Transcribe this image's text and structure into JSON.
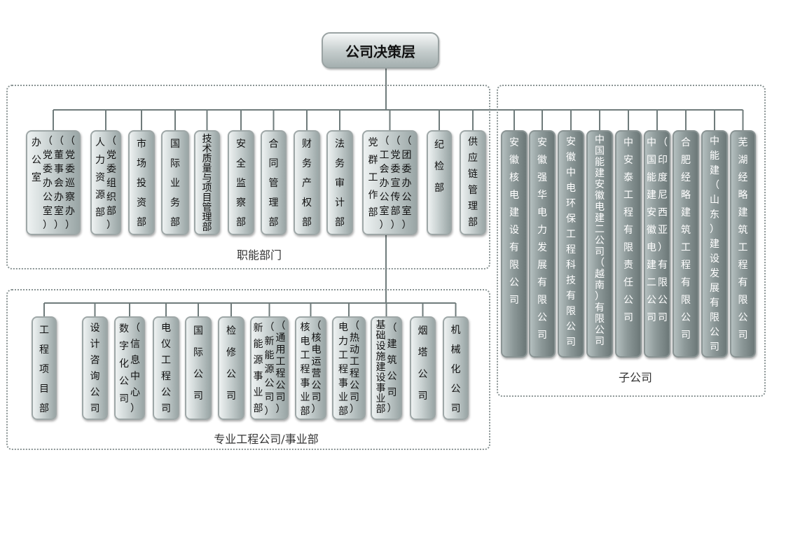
{
  "top": "公司决策层",
  "groups": {
    "functional": "职能部门",
    "subsidiaries": "子公司",
    "engineering": "专业工程公司/事业部"
  },
  "functional": [
    {
      "id": "office",
      "cols": [
        "办公室",
        "（党委办公室）",
        "（董事会办室）",
        "（党委巡察办）"
      ]
    },
    {
      "id": "hr",
      "cols": [
        "人力资源部",
        "（党委组织部）"
      ]
    },
    {
      "id": "market",
      "cols": [
        "市场投资部"
      ]
    },
    {
      "id": "intl-biz",
      "cols": [
        "国际业务部"
      ]
    },
    {
      "id": "tech-quality",
      "cols": [
        "技术质量与项目管理部"
      ]
    },
    {
      "id": "safety",
      "cols": [
        "安全监察部"
      ]
    },
    {
      "id": "contract",
      "cols": [
        "合同管理部"
      ]
    },
    {
      "id": "finance",
      "cols": [
        "财务产权部"
      ]
    },
    {
      "id": "legal",
      "cols": [
        "法务审计部"
      ]
    },
    {
      "id": "party",
      "cols": [
        "党群工作部",
        "（工会办公室）",
        "（党委宣传部）",
        "（团委办公室）"
      ]
    },
    {
      "id": "discipline",
      "cols": [
        "纪检部"
      ]
    },
    {
      "id": "supply",
      "cols": [
        "供应链管理部"
      ]
    }
  ],
  "subsidiaries": [
    {
      "id": "anhui-nuclear",
      "cols": [
        "安徽核电建设有限公司"
      ]
    },
    {
      "id": "anhui-qianghua",
      "cols": [
        "安徽强华电力发展有限公司"
      ]
    },
    {
      "id": "anhui-zhongdian",
      "cols": [
        "安徽中电环保工程科技有限公司"
      ]
    },
    {
      "id": "cec-vietnam",
      "cols": [
        "中国能建安徽电建二公司（越南）有限公司"
      ]
    },
    {
      "id": "zhonganta",
      "cols": [
        "中安泰工程有限责任公司"
      ]
    },
    {
      "id": "cec-indonesia",
      "cols": [
        "中国能建安徽电建二公司",
        "（印度尼西亚）有限公司"
      ]
    },
    {
      "id": "hefei-jinglue",
      "cols": [
        "合肥经略建筑工程有限公司"
      ]
    },
    {
      "id": "cec-shandong",
      "cols": [
        "中能建（山东）建设发展有限公司"
      ]
    },
    {
      "id": "wuhu-jinglue",
      "cols": [
        "芜湖经略建筑工程有限公司"
      ]
    }
  ],
  "engineering": [
    {
      "id": "project-dept",
      "cols": [
        "工程项目部"
      ]
    },
    {
      "id": "design",
      "cols": [
        "设计咨询公司"
      ]
    },
    {
      "id": "digital",
      "cols": [
        "数字化公司",
        "（信息中心）"
      ]
    },
    {
      "id": "electrical",
      "cols": [
        "电仪工程公司"
      ]
    },
    {
      "id": "international",
      "cols": [
        "国际公司"
      ]
    },
    {
      "id": "maintenance",
      "cols": [
        "检修公司"
      ]
    },
    {
      "id": "new-energy",
      "cols": [
        "新能源事业部",
        "（新能源公司）",
        "（通用工程公司）"
      ]
    },
    {
      "id": "nuclear",
      "cols": [
        "核电工程事业部",
        "（核电运营公司）"
      ]
    },
    {
      "id": "power",
      "cols": [
        "电力工程事业部",
        "（热动工程公司）"
      ]
    },
    {
      "id": "infrastructure",
      "cols": [
        "基础设施建设事业部",
        "（建筑公司）"
      ]
    },
    {
      "id": "chimney",
      "cols": [
        "烟塔公司"
      ]
    },
    {
      "id": "machinery",
      "cols": [
        "机械化公司"
      ]
    }
  ]
}
